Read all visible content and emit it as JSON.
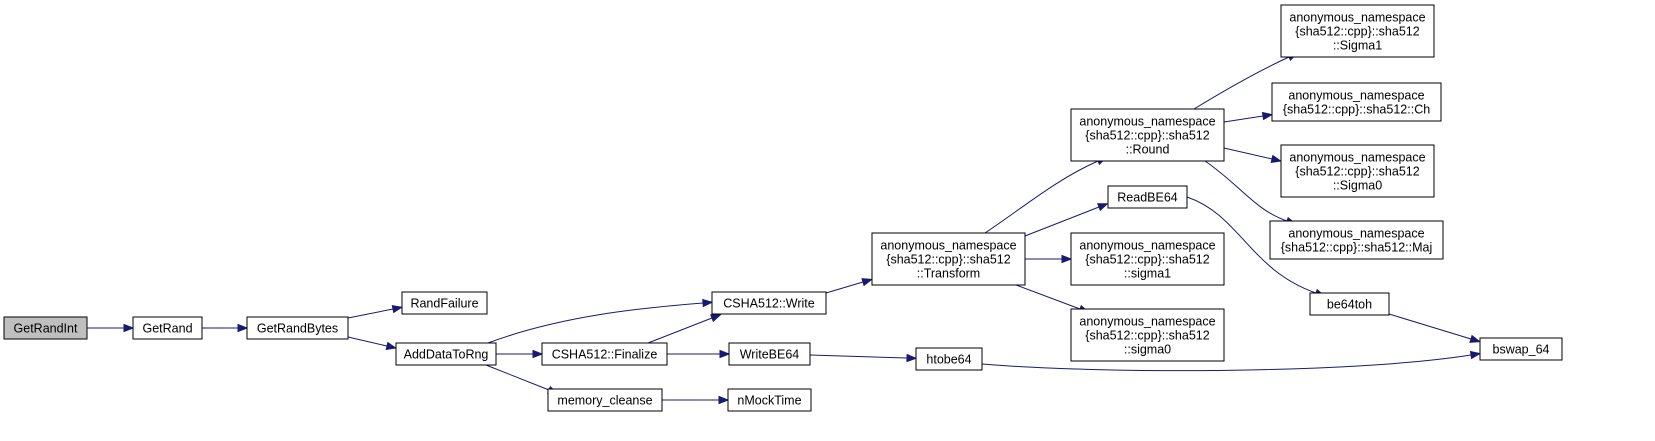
{
  "colors": {
    "edge": "#191970",
    "root_fill": "#bfbfbf",
    "node_fill": "#ffffff",
    "node_stroke": "#000000"
  },
  "nodes": {
    "getrandint": {
      "lines": [
        "GetRandInt"
      ]
    },
    "getrand": {
      "lines": [
        "GetRand"
      ]
    },
    "getrandbytes": {
      "lines": [
        "GetRandBytes"
      ]
    },
    "randfailure": {
      "lines": [
        "RandFailure"
      ]
    },
    "adddatatorng": {
      "lines": [
        "AddDataToRng"
      ]
    },
    "csha512write": {
      "lines": [
        "CSHA512::Write"
      ]
    },
    "csha512finalize": {
      "lines": [
        "CSHA512::Finalize"
      ]
    },
    "memorycleanse": {
      "lines": [
        "memory_cleanse"
      ]
    },
    "writebe64": {
      "lines": [
        "WriteBE64"
      ]
    },
    "nmocktime": {
      "lines": [
        "nMockTime"
      ]
    },
    "transform": {
      "lines": [
        "anonymous_namespace",
        "{sha512::cpp}::sha512",
        "::Transform"
      ]
    },
    "htobe64": {
      "lines": [
        "htobe64"
      ]
    },
    "round": {
      "lines": [
        "anonymous_namespace",
        "{sha512::cpp}::sha512",
        "::Round"
      ]
    },
    "readbe64": {
      "lines": [
        "ReadBE64"
      ]
    },
    "sigma1small": {
      "lines": [
        "anonymous_namespace",
        "{sha512::cpp}::sha512",
        "::sigma1"
      ]
    },
    "sigma0small": {
      "lines": [
        "anonymous_namespace",
        "{sha512::cpp}::sha512",
        "::sigma0"
      ]
    },
    "sigma1big": {
      "lines": [
        "anonymous_namespace",
        "{sha512::cpp}::sha512",
        "::Sigma1"
      ]
    },
    "ch": {
      "lines": [
        "anonymous_namespace",
        "{sha512::cpp}::sha512::Ch"
      ]
    },
    "sigma0big": {
      "lines": [
        "anonymous_namespace",
        "{sha512::cpp}::sha512",
        "::Sigma0"
      ]
    },
    "maj": {
      "lines": [
        "anonymous_namespace",
        "{sha512::cpp}::sha512::Maj"
      ]
    },
    "be64toh": {
      "lines": [
        "be64toh"
      ]
    },
    "bswap64": {
      "lines": [
        "bswap_64"
      ]
    }
  }
}
